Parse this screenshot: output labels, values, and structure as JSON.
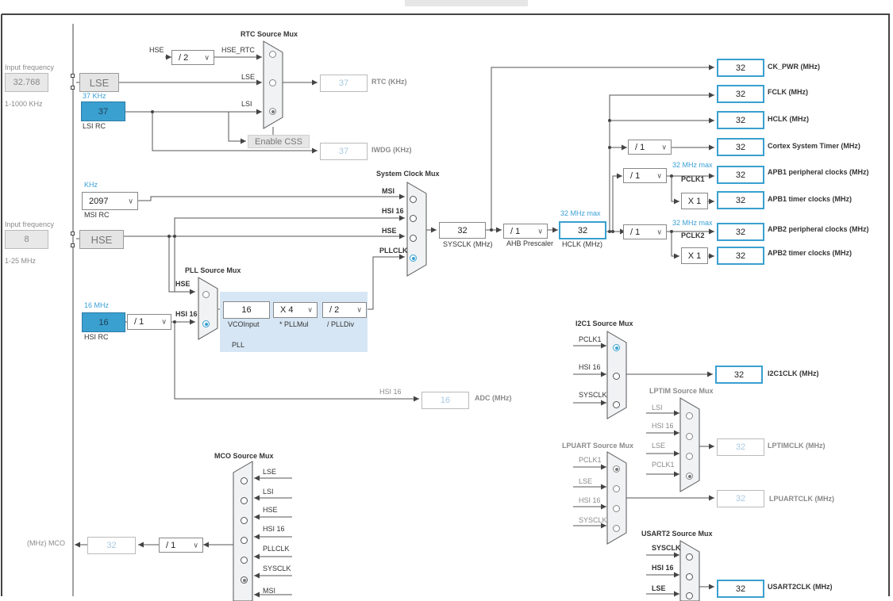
{
  "input_left": {
    "lse_freq_label": "Input frequency",
    "lse_freq_value": "32.768",
    "lse_range": "1-1000 KHz",
    "hse_freq_label": "Input frequency",
    "hse_freq_value": "8",
    "hse_range": "1-25 MHz"
  },
  "oscillators": {
    "lse": "LSE",
    "hse": "HSE",
    "lsi_rc_value": "37",
    "lsi_rc_label": "LSI RC",
    "lsi_khz": "37 KHz",
    "msi_unit": "KHz",
    "msi_value": "2097",
    "msi_label": "MSI RC",
    "hsi_mhz": "16 MHz",
    "hsi_value": "16",
    "hsi_label": "HSI RC",
    "hsi_div": "/ 1"
  },
  "rtc": {
    "title": "RTC Source Mux",
    "hse_label": "HSE",
    "hse_div": "/ 2",
    "hse_rtc": "HSE_RTC",
    "lse_in": "LSE",
    "lsi_in": "LSI",
    "rtc_value": "37",
    "rtc_unit": "RTC (KHz)",
    "enable_css": "Enable CSS",
    "iwdg_value": "37",
    "iwdg_unit": "IWDG (KHz)"
  },
  "sysclk_mux": {
    "title": "System Clock Mux",
    "msi": "MSI",
    "hsi16": "HSI 16",
    "hse": "HSE",
    "pllclk": "PLLCLK",
    "sysclk_value": "32",
    "sysclk_label": "SYSCLK (MHz)",
    "ahb_div": "/ 1",
    "ahb_label": "AHB Prescaler",
    "hclk_max": "32 MHz max",
    "hclk_value": "32",
    "hclk_label": "HCLK (MHz)"
  },
  "pll": {
    "title": "PLL Source Mux",
    "hse": "HSE",
    "hsi16": "HSI 16",
    "vco_value": "16",
    "vco_label": "VCOInput",
    "mul_value": "X 4",
    "mul_label": "* PLLMul",
    "div_value": "/ 2",
    "div_label": "/ PLLDiv",
    "name": "PLL"
  },
  "adc": {
    "hsi16": "HSI 16",
    "value": "16",
    "unit": "ADC (MHz)"
  },
  "outputs": {
    "ck_pwr": {
      "value": "32",
      "label": "CK_PWR (MHz)"
    },
    "fclk": {
      "value": "32",
      "label": "FCLK (MHz)"
    },
    "hclk": {
      "value": "32",
      "label": "HCLK (MHz)"
    },
    "cortex_div": "/ 1",
    "cortex": {
      "value": "32",
      "label": "Cortex System Timer (MHz)"
    },
    "apb1_div": "/ 1",
    "apb1_max": "32 MHz max",
    "pclk1": "PCLK1",
    "apb1_periph": {
      "value": "32",
      "label": "APB1 peripheral clocks (MHz)"
    },
    "apb1_timer_mul": "X 1",
    "apb1_timer": {
      "value": "32",
      "label": "APB1 timer clocks (MHz)"
    },
    "apb2_div": "/ 1",
    "apb2_max": "32 MHz max",
    "pclk2": "PCLK2",
    "apb2_periph": {
      "value": "32",
      "label": "APB2 peripheral clocks (MHz)"
    },
    "apb2_timer_mul": "X 1",
    "apb2_timer": {
      "value": "32",
      "label": "APB2 timer clocks (MHz)"
    }
  },
  "i2c1": {
    "title": "I2C1 Source Mux",
    "pclk1": "PCLK1",
    "hsi16": "HSI 16",
    "sysclk": "SYSCLK",
    "value": "32",
    "label": "I2C1CLK (MHz)"
  },
  "lptim": {
    "title": "LPTIM Source Mux",
    "lsi": "LSI",
    "hsi16": "HSI 16",
    "lse": "LSE",
    "pclk1": "PCLK1",
    "value": "32",
    "label": "LPTIMCLK (MHz)"
  },
  "lpuart": {
    "title": "LPUART Source Mux",
    "pclk1": "PCLK1",
    "lse": "LSE",
    "hsi16": "HSI 16",
    "sysclk": "SYSCLK",
    "value": "32",
    "label": "LPUARTCLK (MHz)"
  },
  "usart2": {
    "title": "USART2 Source Mux",
    "sysclk": "SYSCLK",
    "hsi16": "HSI 16",
    "lse": "LSE",
    "value": "32",
    "label": "USART2CLK (MHz)"
  },
  "mco": {
    "title": "MCO Source Mux",
    "lse": "LSE",
    "lsi": "LSI",
    "hse": "HSE",
    "hsi16": "HSI 16",
    "pllclk": "PLLCLK",
    "sysclk": "SYSCLK",
    "msi": "MSI",
    "div": "/ 1",
    "value": "32",
    "label": "(MHz) MCO"
  },
  "colors": {
    "accent": "#3aa0d0",
    "osc_fill": "#e4e4e4",
    "pll_bg": "#d6e6f4"
  }
}
